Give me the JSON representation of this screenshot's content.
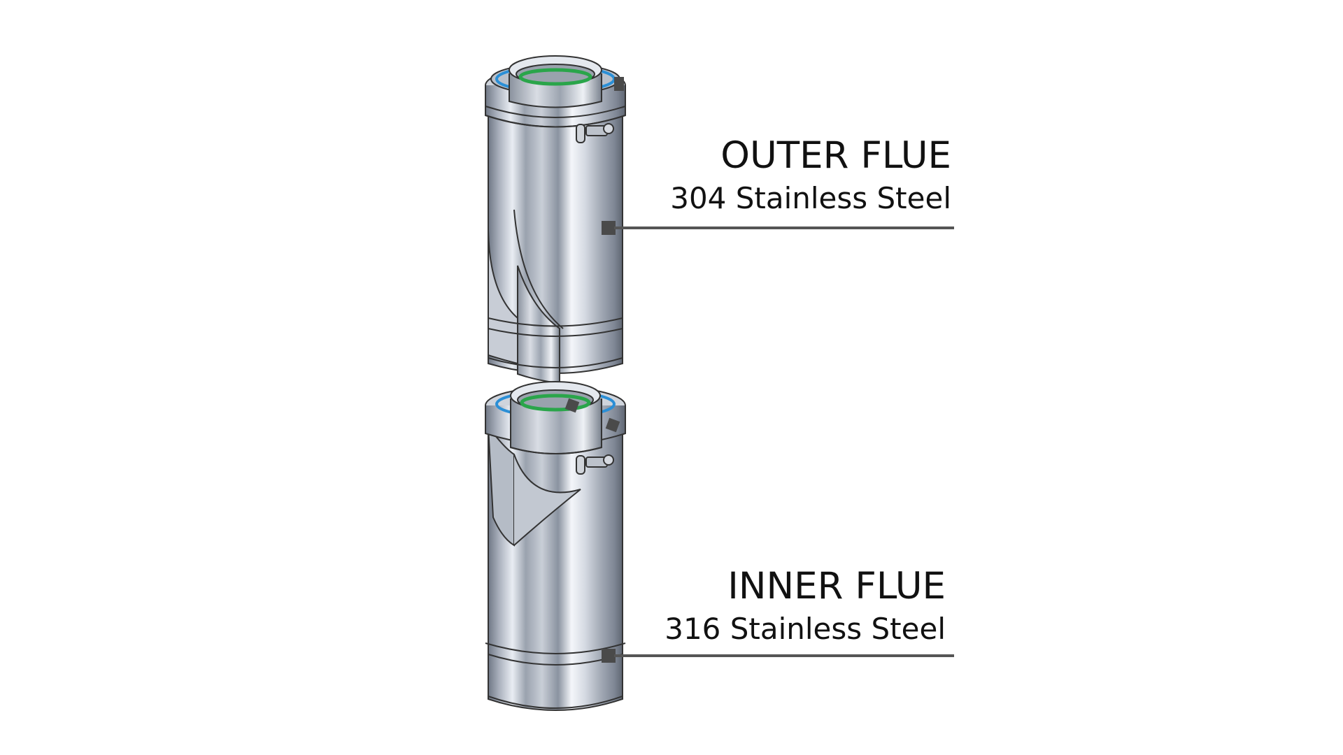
{
  "diagram": {
    "components": [
      {
        "id": "outer",
        "title": "OUTER FLUE",
        "material": "304 Stainless Steel"
      },
      {
        "id": "inner",
        "title": "INNER FLUE",
        "material": "316 Stainless Steel"
      }
    ],
    "colors": {
      "background": "#ffffff",
      "steel_dark": "#7d8594",
      "steel_light": "#f2f4f8",
      "seal_green": "#2aa54a",
      "seal_blue": "#2b8fd6",
      "leader_line": "#555555",
      "text": "#111111"
    }
  }
}
